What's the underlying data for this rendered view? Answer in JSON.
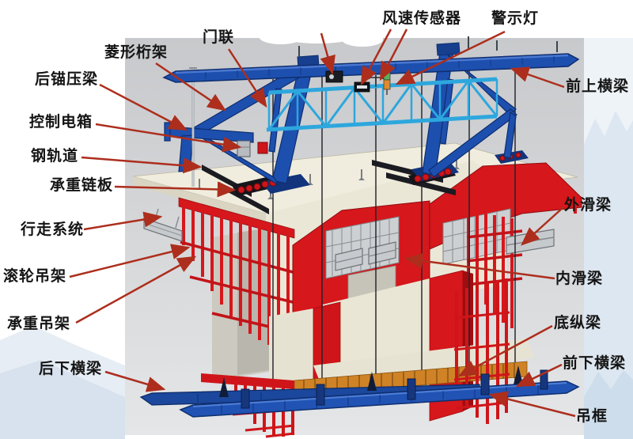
{
  "diagram": {
    "type": "annotated-engineering-diagram",
    "labels": [
      {
        "id": "portal-link",
        "text": "门联"
      },
      {
        "id": "diamond-truss",
        "text": "菱形桁架"
      },
      {
        "id": "rear-anchor-beam",
        "text": "后锚压梁"
      },
      {
        "id": "control-box",
        "text": "控制电箱"
      },
      {
        "id": "steel-rail",
        "text": "钢轨道"
      },
      {
        "id": "load-chain-plate",
        "text": "承重链板"
      },
      {
        "id": "walking-system",
        "text": "行走系统"
      },
      {
        "id": "roller-hanger",
        "text": "滚轮吊架"
      },
      {
        "id": "load-hanger",
        "text": "承重吊架"
      },
      {
        "id": "rear-lower-crossbeam",
        "text": "后下横梁"
      },
      {
        "id": "wind-speed-sensor",
        "text": "风速传感器"
      },
      {
        "id": "warning-light",
        "text": "警示灯"
      },
      {
        "id": "front-upper-crossbeam",
        "text": "前上横梁"
      },
      {
        "id": "outer-slide-beam",
        "text": "外滑梁"
      },
      {
        "id": "inner-slide-beam",
        "text": "内滑梁"
      },
      {
        "id": "bottom-longitudinal-beam",
        "text": "底纵梁"
      },
      {
        "id": "front-lower-crossbeam",
        "text": "前下横梁"
      },
      {
        "id": "hanging-frame",
        "text": "吊框"
      }
    ],
    "colors": {
      "gantry_blue": "#1d4fae",
      "gantry_blue_dark": "#0e2e6e",
      "portal_truss_cyan": "#2da7dd",
      "formwork_red": "#d6171c",
      "formwork_red_dark": "#9e0d10",
      "deck_cream": "#efecdc",
      "longitudinal_orange": "#cf8326",
      "slide_beam_silver": "#c7cacd",
      "rail_black": "#1b1b22",
      "arrow_red": "#ad2e1d",
      "backdrop_gray": "#d2d3d6",
      "mountain_blue": "#dde7f1",
      "warning_green": "#58b257",
      "warning_orange": "#df8b2b"
    }
  }
}
